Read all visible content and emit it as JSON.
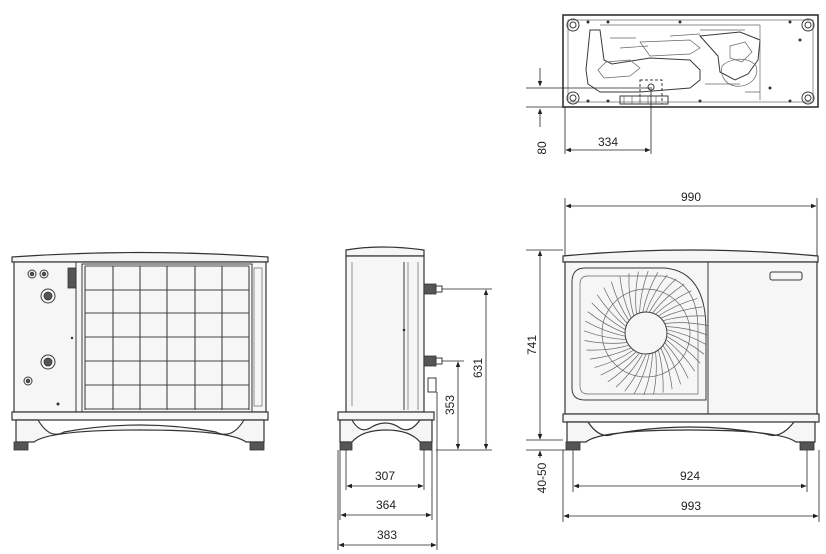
{
  "dimensions": {
    "top_offset": "80",
    "top_pipe": "334",
    "width_top": "990",
    "height": "741",
    "feet_height": "40-50",
    "feet_spacing": "924",
    "width_base": "993",
    "side_pipe_high": "631",
    "side_pipe_low": "353",
    "side_depth_inner": "307",
    "side_depth_mid": "364",
    "side_depth_total": "383"
  },
  "colors": {
    "line": "#333333",
    "background": "#ffffff"
  }
}
